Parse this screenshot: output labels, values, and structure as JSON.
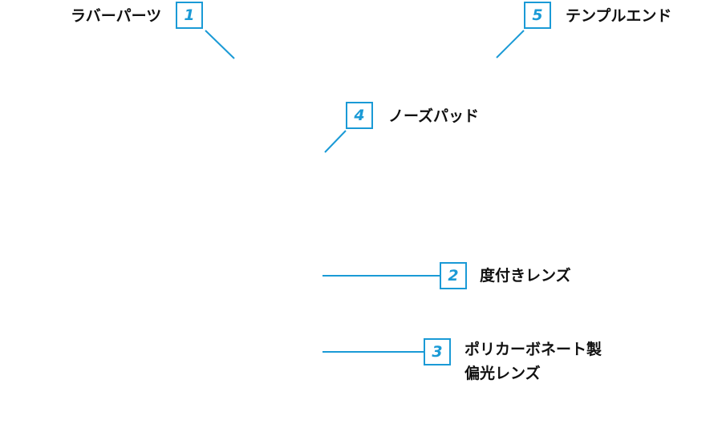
{
  "accent_color": "#1a9ad6",
  "callouts": [
    {
      "number": "1",
      "label": "ラバーパーツ"
    },
    {
      "number": "2",
      "label": "度付きレンズ"
    },
    {
      "number": "3",
      "label_lines": [
        "ポリカーボネート製",
        "偏光レンズ"
      ]
    },
    {
      "number": "4",
      "label": "ノーズパッド"
    },
    {
      "number": "5",
      "label": "テンプルエンド"
    }
  ]
}
